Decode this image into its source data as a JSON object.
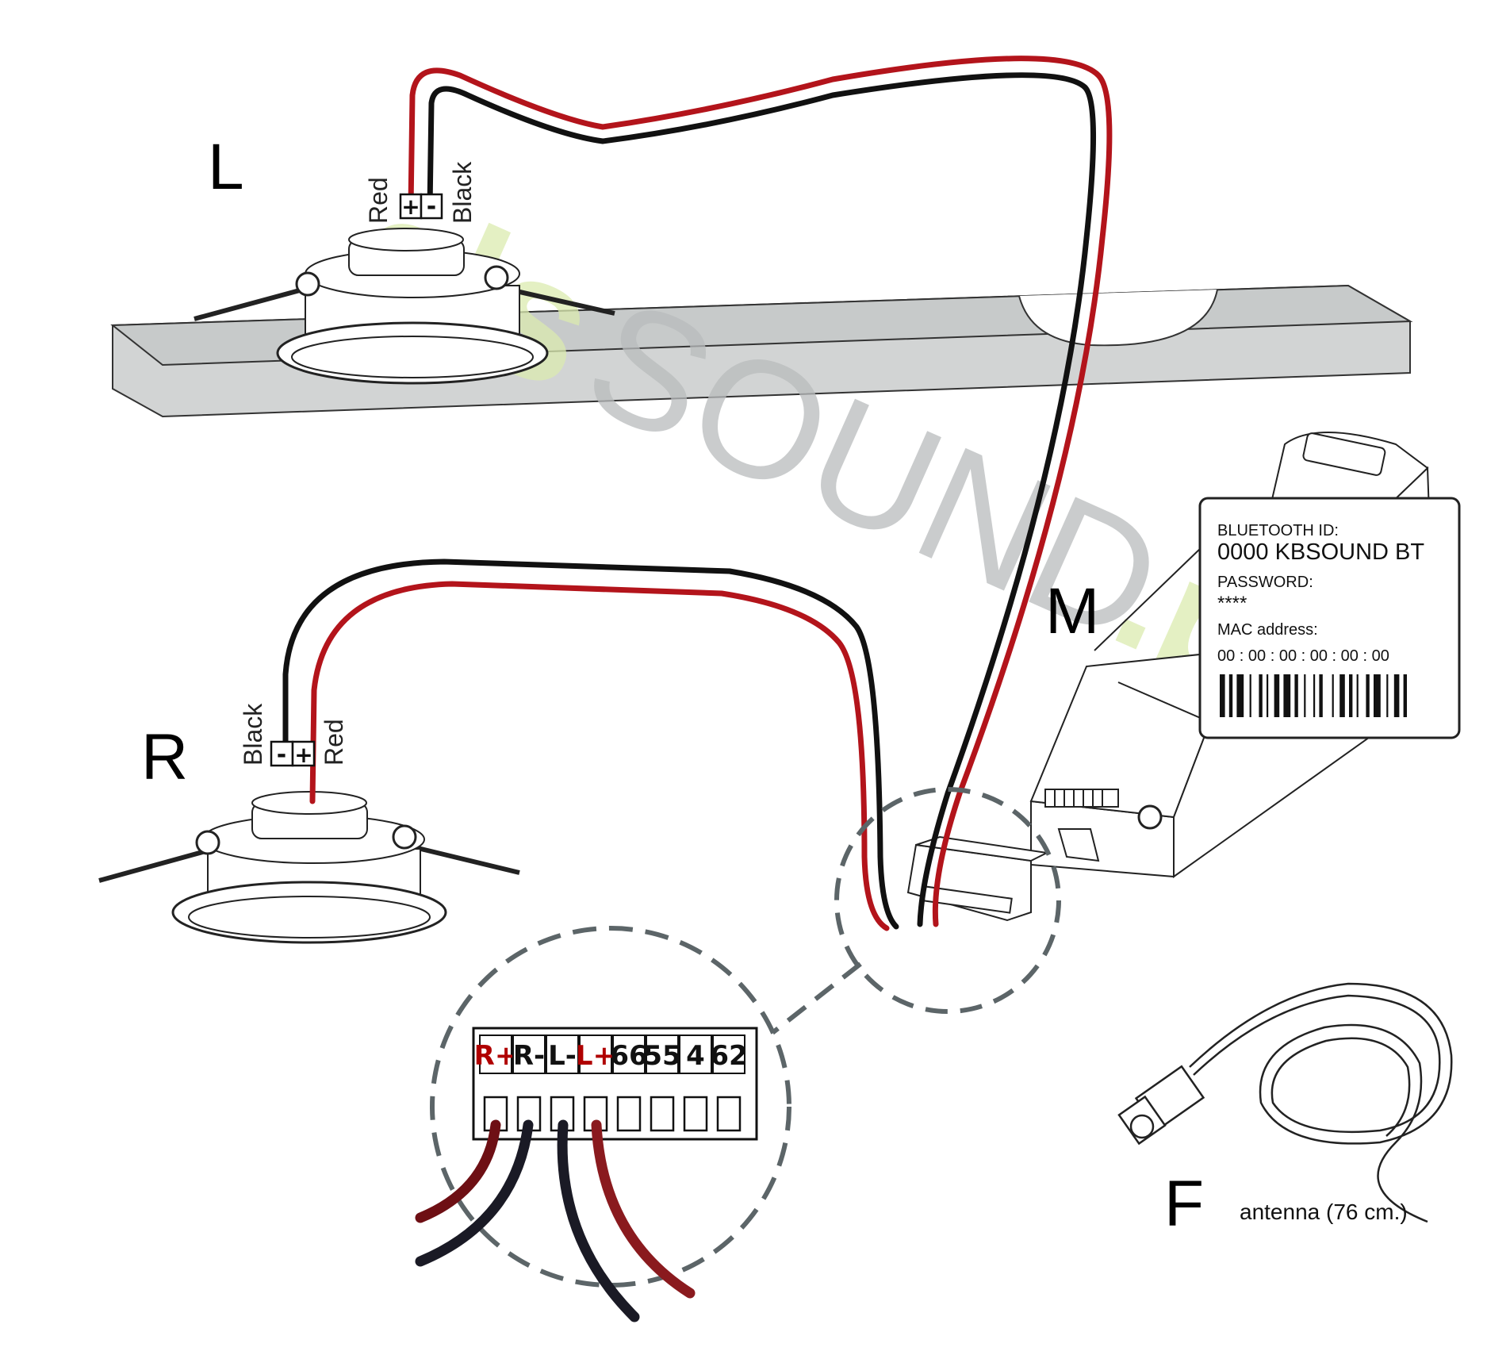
{
  "labels": {
    "left_speaker": "L",
    "right_speaker": "R",
    "module": "M",
    "antenna": "F"
  },
  "left_speaker_terminals": {
    "plus_label": "Red",
    "minus_label": "Black",
    "plus_symbol": "+",
    "minus_symbol": "-"
  },
  "right_speaker_terminals": {
    "plus_label": "Red",
    "minus_label": "Black",
    "plus_symbol": "+",
    "minus_symbol": "-"
  },
  "info_card": {
    "bluetooth_id_label": "BLUETOOTH ID:",
    "bluetooth_id_value": "0000 KBSOUND BT",
    "password_label": "PASSWORD:",
    "password_value": "****",
    "mac_label": "MAC address:",
    "mac_value": "00 : 00 : 00 : 00 : 00 : 00"
  },
  "terminal_block": {
    "terminals": [
      {
        "label": "R+",
        "color": "#b00000"
      },
      {
        "label": "R-",
        "color": "#111111"
      },
      {
        "label": "L-",
        "color": "#111111"
      },
      {
        "label": "L+",
        "color": "#b00000"
      },
      {
        "label": "66",
        "color": "#111111"
      },
      {
        "label": "55",
        "color": "#111111"
      },
      {
        "label": "4",
        "color": "#111111"
      },
      {
        "label": "62",
        "color": "#111111"
      }
    ]
  },
  "antenna_caption": "antenna (76 cm.)",
  "watermark": {
    "green_part": "els",
    "gray_part": "SOUND",
    "tail": ".pl"
  },
  "colors": {
    "red_wire": "#b3141b",
    "black_wire": "#111111",
    "ceiling": "#cfd2d2",
    "dashed_circle": "#5c6568",
    "watermark_green": "#dcebb0",
    "watermark_gray": "#b9bcbd"
  }
}
